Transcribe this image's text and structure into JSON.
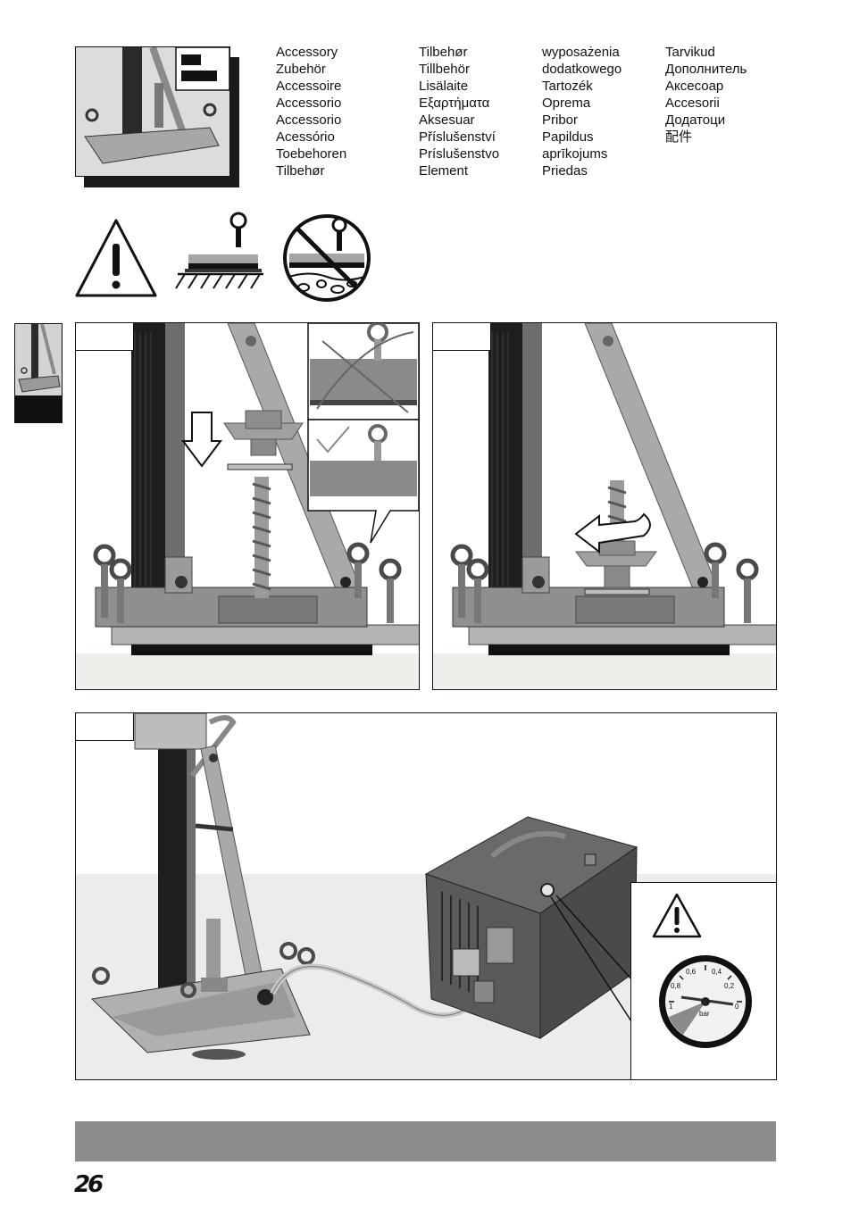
{
  "accessory_labels": {
    "col1": [
      "Accessory",
      "Zubehör",
      "Accessoire",
      "Accessorio",
      "Accessorio",
      "Acessório",
      "Toebehoren",
      "Tilbehør"
    ],
    "col2": [
      "Tilbehør",
      "Tillbehör",
      "Lisälaite",
      "Εξαρτήματα",
      "Aksesuar",
      "Příslušenství",
      "Príslušenstvo",
      "Element"
    ],
    "col3": [
      "wyposażenia",
      "dodatkowego",
      "Tartozék",
      "Oprema",
      "Pribor",
      "Papildus",
      "aprīkojums",
      "Priedas"
    ],
    "col4": [
      "Tarvikud",
      "Дополнитель",
      "Аксесоар",
      "Accesorii",
      "Додатоци",
      "配件"
    ]
  },
  "gauge": {
    "ticks": [
      "0,6",
      "0,4",
      "0,8",
      "0,2",
      "1",
      "0"
    ],
    "unit": "bar"
  },
  "page_number": "26"
}
